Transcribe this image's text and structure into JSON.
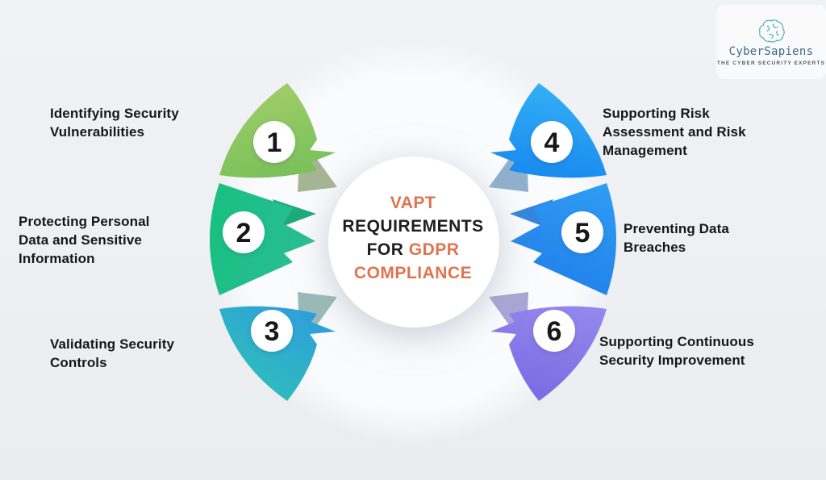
{
  "logo": {
    "brand": "CyberSapiens",
    "tagline": "THE CYBER SECURITY EXPERTS",
    "icon_color": "#3fa9b4",
    "brand_color": "#3c6a82",
    "tagline_color": "#4e5d6a"
  },
  "center": {
    "line1": "VAPT",
    "line2": "REQUIREMENTS",
    "line3_prefix": "FOR",
    "line3_highlight": "GDPR",
    "line4": "COMPLIANCE",
    "highlight_color": "#df744e",
    "text_color": "#1e1d20"
  },
  "items": [
    {
      "number": "1",
      "label": "Identifying Security Vulnerabilities",
      "color": "#a6cf69",
      "color2": "#7cc15c",
      "fold": "#9cae88"
    },
    {
      "number": "2",
      "label": "Protecting Personal Data and Sensitive Information",
      "color": "#16c07e",
      "color2": "#2abd95",
      "fold": "#12a573"
    },
    {
      "number": "3",
      "label": "Validating Security Controls",
      "color": "#2dc6b2",
      "color2": "#2f9ddd",
      "fold": "#8fb3b0"
    },
    {
      "number": "4",
      "label": "Supporting Risk Assessment and Risk Management",
      "color": "#36b4f6",
      "color2": "#1b8cf0",
      "fold": "#85a7c6"
    },
    {
      "number": "5",
      "label": "Preventing Data Breaches",
      "color": "#2f9ef4",
      "color2": "#2281ea",
      "fold": "#2a80da"
    },
    {
      "number": "6",
      "label": "Supporting Continuous Security Improvement",
      "color": "#958aee",
      "color2": "#7d6ce4",
      "fold": "#a29bd0"
    }
  ]
}
